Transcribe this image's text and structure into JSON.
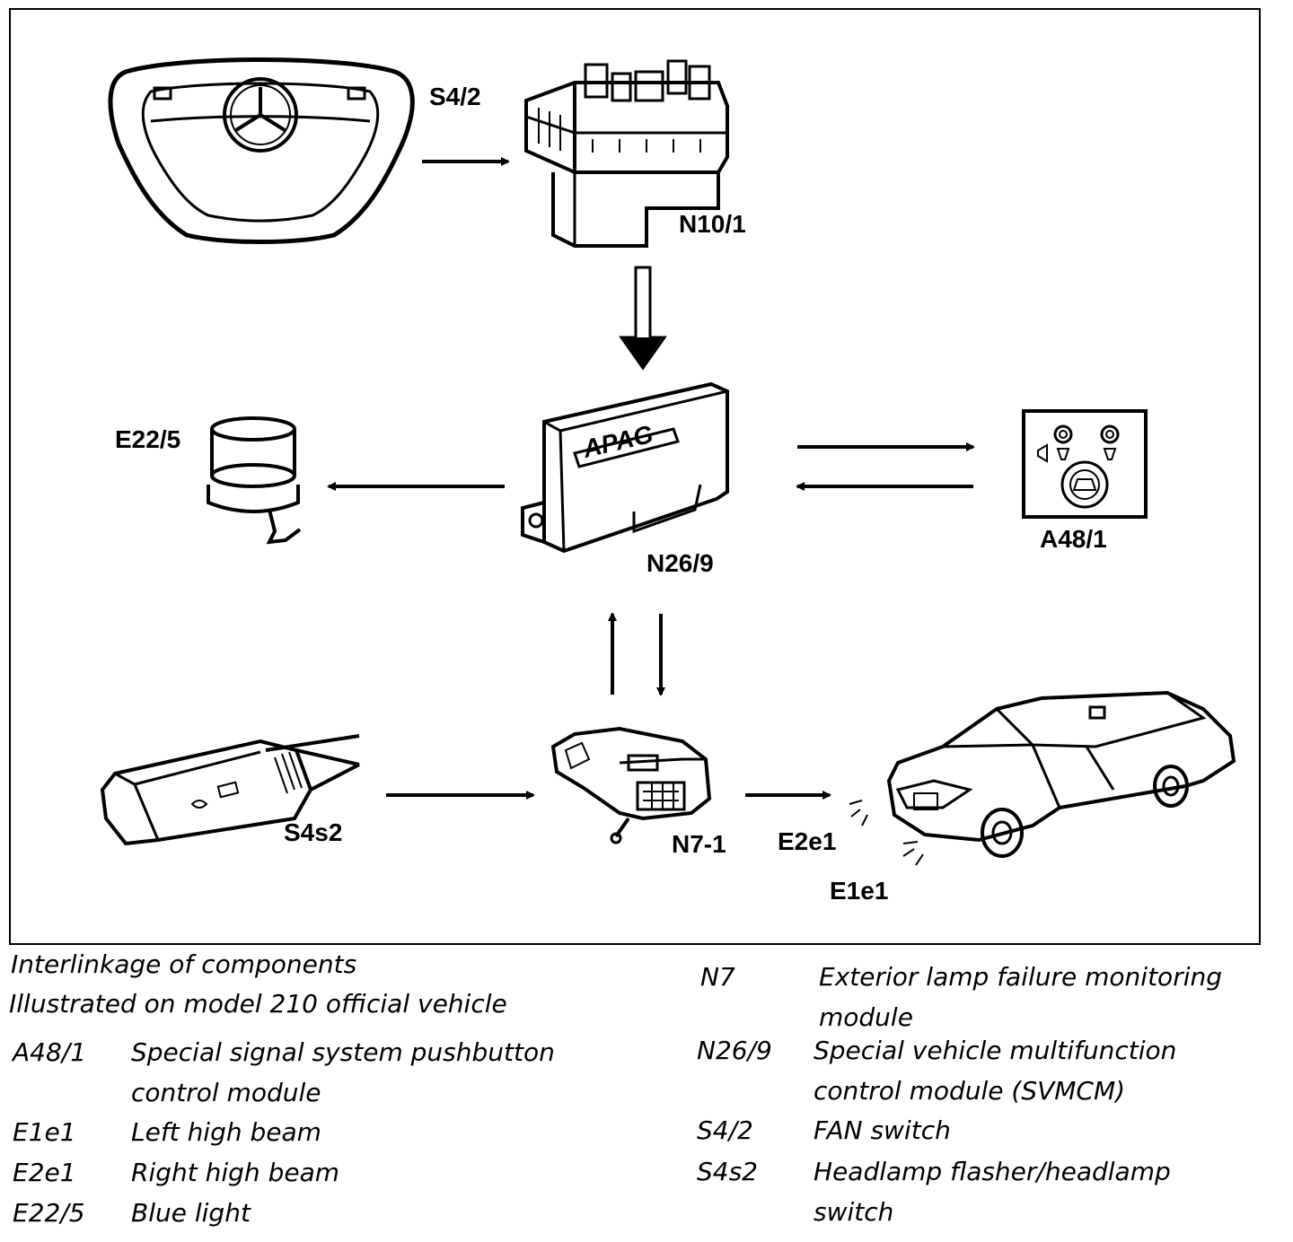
{
  "diagram": {
    "labels": {
      "s4_2": "S4/2",
      "n10_1": "N10/1",
      "e22_5": "E22/5",
      "n26_9": "N26/9",
      "a48_1": "A48/1",
      "s4s2": "S4s2",
      "n7_1": "N7-1",
      "e2e1": "E2e1",
      "e1e1": "E1e1",
      "module_brand": "APAG"
    }
  },
  "legend": {
    "title": "Interlinkage of components",
    "subtitle": "Illustrated on model 210 official vehicle",
    "left": [
      {
        "key": "A48/1",
        "lines": [
          "Special signal system pushbutton",
          "control module"
        ]
      },
      {
        "key": "E1e1",
        "lines": [
          "Left high beam"
        ]
      },
      {
        "key": "E2e1",
        "lines": [
          "Right high beam"
        ]
      },
      {
        "key": "E22/5",
        "lines": [
          "Blue light"
        ]
      }
    ],
    "right": [
      {
        "key": "N7",
        "lines": [
          "Exterior lamp failure monitoring",
          "module"
        ]
      },
      {
        "key": "N26/9",
        "lines": [
          "Special vehicle multifunction",
          "control module (SVMCM)"
        ]
      },
      {
        "key": "S4/2",
        "lines": [
          "FAN switch"
        ]
      },
      {
        "key": "S4s2",
        "lines": [
          "Headlamp flasher/headlamp",
          "switch"
        ]
      }
    ]
  }
}
